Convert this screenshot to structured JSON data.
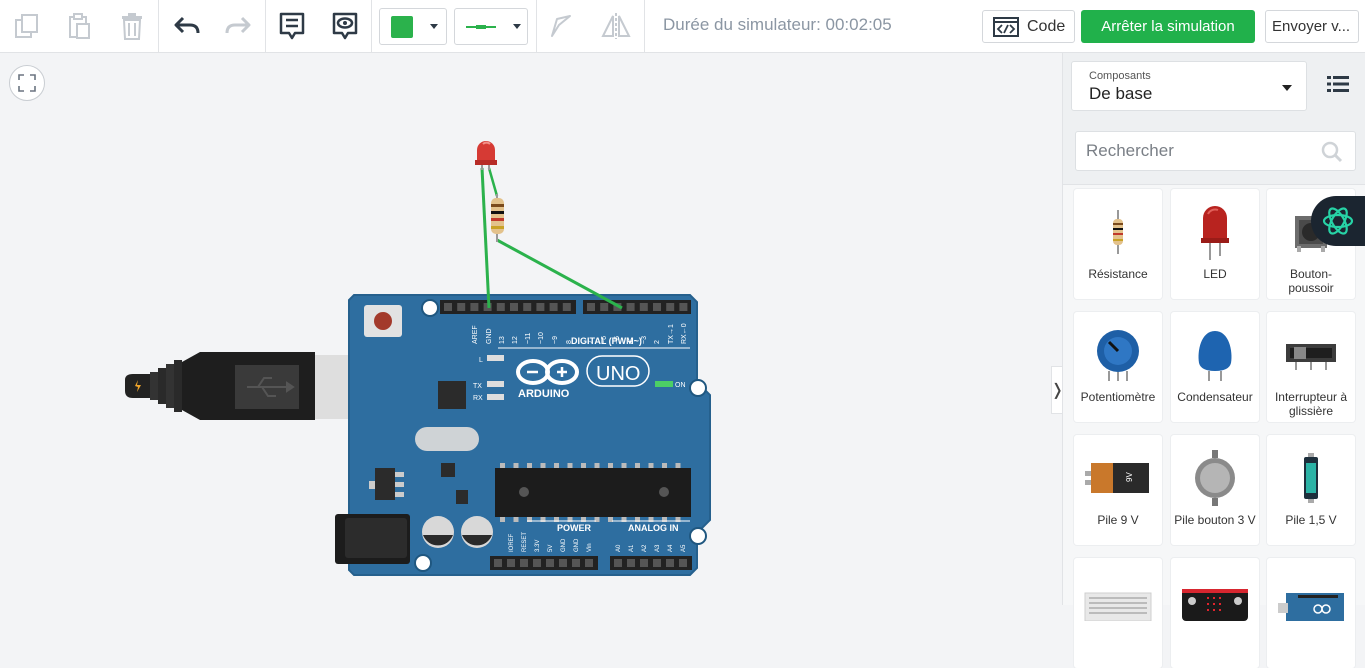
{
  "toolbar": {
    "timer_label": "Durée du simulateur: 00:02:05",
    "code_label": "Code",
    "stop_label": "Arrêter la simulation",
    "send_label": "Envoyer v...",
    "color_value": "#2bb24c",
    "wire_color": "#2bb24c"
  },
  "panel": {
    "components_label": "Composants",
    "components_value": "De base",
    "search_placeholder": "Rechercher",
    "items": [
      {
        "label": "Résistance",
        "icon": "resistor-icon"
      },
      {
        "label": "LED",
        "icon": "led-icon"
      },
      {
        "label": "Bouton-poussoir",
        "icon": "pushbutton-icon"
      },
      {
        "label": "Potentiomètre",
        "icon": "potentiometer-icon"
      },
      {
        "label": "Condensateur",
        "icon": "capacitor-icon"
      },
      {
        "label": "Interrupteur à glissière",
        "icon": "slide-switch-icon"
      },
      {
        "label": "Pile 9 V",
        "icon": "battery-9v-icon"
      },
      {
        "label": "Pile bouton 3 V",
        "icon": "coin-battery-icon"
      },
      {
        "label": "Pile 1,5 V",
        "icon": "battery-aa-icon"
      },
      {
        "label": "",
        "icon": "breadboard-icon"
      },
      {
        "label": "",
        "icon": "microbit-icon"
      },
      {
        "label": "",
        "icon": "arduino-icon"
      }
    ]
  },
  "board": {
    "brand": "ARDUINO",
    "model": "UNO",
    "digital_label": "DIGITAL (PWM~)",
    "power_label": "POWER",
    "analog_label": "ANALOG IN",
    "on_label": "ON",
    "l_label": "L",
    "tx_label": "TX",
    "rx_label": "RX",
    "top_pins": [
      "AREF",
      "GND",
      "13",
      "12",
      "~11",
      "~10",
      "~9",
      "8",
      "7",
      "~6",
      "~5",
      "4",
      "~3",
      "2",
      "TX→1",
      "RX←0"
    ],
    "power_pins": [
      "IOREF",
      "RESET",
      "3.3V",
      "5V",
      "GND",
      "GND",
      "Vin"
    ],
    "analog_pins": [
      "A0",
      "A1",
      "A2",
      "A3",
      "A4",
      "A5"
    ]
  }
}
